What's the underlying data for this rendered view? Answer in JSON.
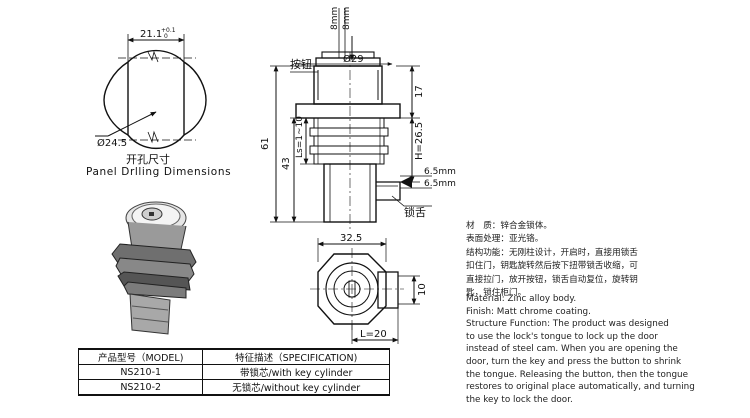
{
  "panel_drilling": {
    "width_dim": "21.1",
    "width_tol": "+0.1",
    "width_tol2": "0",
    "dia_dim": "Ø24.5",
    "caption_cn": "开孔尺寸",
    "caption_en": "Panel Drlling Dimensions"
  },
  "side_view": {
    "top_dims": [
      "8mm",
      "8mm"
    ],
    "button_label": "按钮",
    "button_dia": "Ø29",
    "dim_17": "17",
    "dim_61": "61",
    "dim_43": "43",
    "dim_ls": "Ls=1~10",
    "dim_h": "H=26.5",
    "dim_65a": "6.5mm",
    "dim_65b": "6.5mm",
    "tongue_label": "锁舌"
  },
  "bottom_view": {
    "dim_325": "32.5",
    "dim_10": "10",
    "dim_l": "L=20"
  },
  "description_cn": [
    "材　质：锌合金锁体。",
    "表面处理：亚光铬。",
    "结构功能：无刚柱设计，开启时，直接用锁舌",
    "扣住门，钥匙旋转然后按下扭带锁舌收缩，可",
    "直接拉门，放开按钮，锁舌自动复位，旋转钥",
    "匙，锁住柜门。"
  ],
  "description_en": [
    "Material: Zinc alloy body.",
    "Finish: Matt chrome coating.",
    "Structure Function: The product was designed",
    "to use the lock's tongue to lock up the door",
    "instead of steel cam. When you are opening the",
    "door, turn the key and press the button to shrink",
    "the tongue. Releasing the button, then the tongue",
    "restores to original place automatically, and turning",
    "the key to lock the door."
  ],
  "spec_table": {
    "header": [
      "产品型号（MODEL)",
      "特征描述（SPECIFICATION)"
    ],
    "rows": [
      [
        "NS210-1",
        "带锁芯/with key cylinder"
      ],
      [
        "NS210-2",
        "无锁芯/without key cylinder"
      ]
    ]
  }
}
